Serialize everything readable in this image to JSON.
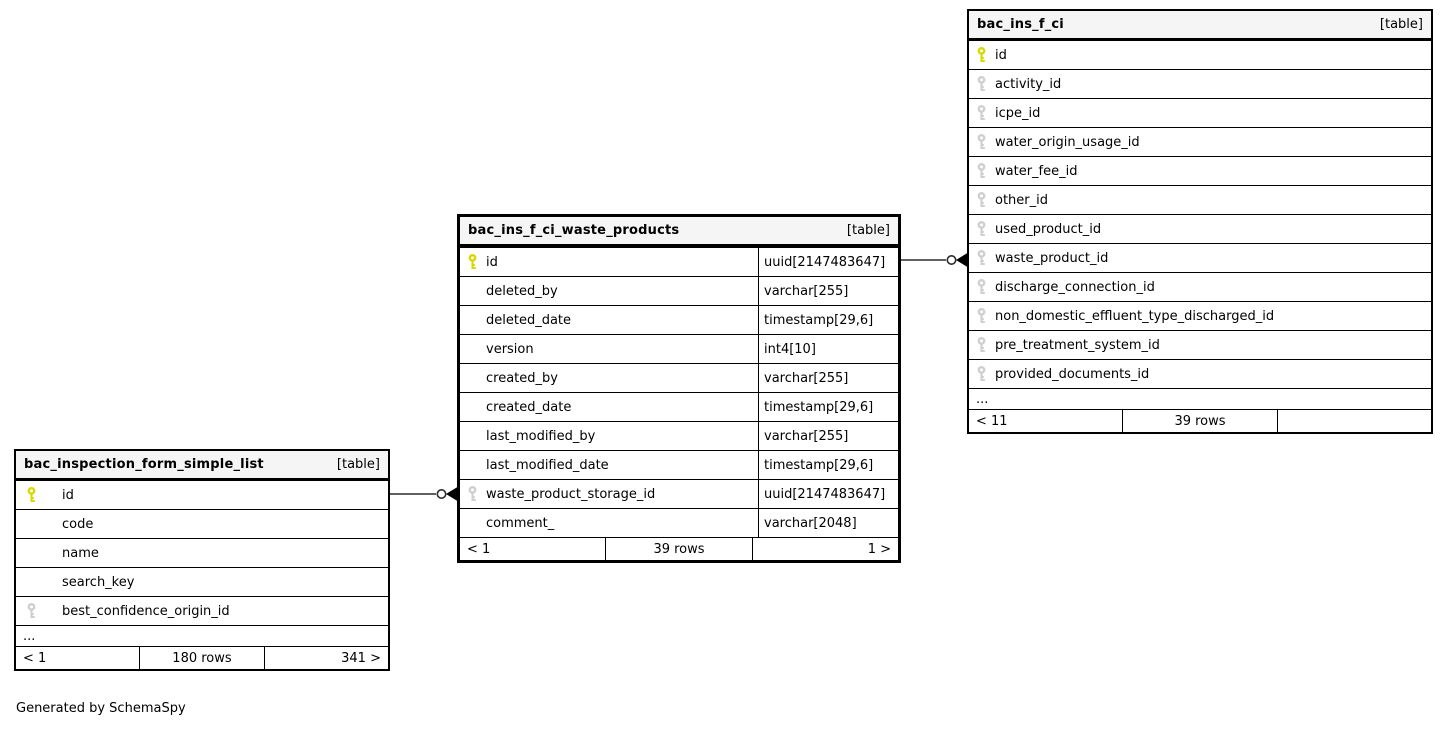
{
  "page": {
    "generator_note": "Generated by SchemaSpy"
  },
  "colors": {
    "primary_key_icon": "#d8d800",
    "foreign_key_icon": "#cfcfcf",
    "table_border": "#000000",
    "header_background": "#f5f5f5",
    "connector": "#2b2b2b"
  },
  "tables": [
    {
      "title": "bac_ins_f_ci",
      "badge": "[table]",
      "show_types": false,
      "columns": [
        {
          "name": "id",
          "key": "primary"
        },
        {
          "name": "activity_id",
          "key": "foreign"
        },
        {
          "name": "icpe_id",
          "key": "foreign"
        },
        {
          "name": "water_origin_usage_id",
          "key": "foreign"
        },
        {
          "name": "water_fee_id",
          "key": "foreign"
        },
        {
          "name": "other_id",
          "key": "foreign"
        },
        {
          "name": "used_product_id",
          "key": "foreign"
        },
        {
          "name": "waste_product_id",
          "key": "foreign"
        },
        {
          "name": "discharge_connection_id",
          "key": "foreign"
        },
        {
          "name": "non_domestic_effluent_type_discharged_id",
          "key": "foreign"
        },
        {
          "name": "pre_treatment_system_id",
          "key": "foreign"
        },
        {
          "name": "provided_documents_id",
          "key": "foreign"
        }
      ],
      "more_indicator": "...",
      "footer": {
        "left": "< 11",
        "center": "39 rows",
        "right": ""
      }
    },
    {
      "title": "bac_ins_f_ci_waste_products",
      "badge": "[table]",
      "show_types": true,
      "columns": [
        {
          "name": "id",
          "type": "uuid[2147483647]",
          "key": "primary"
        },
        {
          "name": "deleted_by",
          "type": "varchar[255]",
          "key": "none"
        },
        {
          "name": "deleted_date",
          "type": "timestamp[29,6]",
          "key": "none"
        },
        {
          "name": "version",
          "type": "int4[10]",
          "key": "none"
        },
        {
          "name": "created_by",
          "type": "varchar[255]",
          "key": "none"
        },
        {
          "name": "created_date",
          "type": "timestamp[29,6]",
          "key": "none"
        },
        {
          "name": "last_modified_by",
          "type": "varchar[255]",
          "key": "none"
        },
        {
          "name": "last_modified_date",
          "type": "timestamp[29,6]",
          "key": "none"
        },
        {
          "name": "waste_product_storage_id",
          "type": "uuid[2147483647]",
          "key": "foreign"
        },
        {
          "name": "comment_",
          "type": "varchar[2048]",
          "key": "none"
        }
      ],
      "more_indicator": "",
      "footer": {
        "left": "< 1",
        "center": "39 rows",
        "right": "1 >"
      }
    },
    {
      "title": "bac_inspection_form_simple_list",
      "badge": "[table]",
      "show_types": false,
      "columns": [
        {
          "name": "id",
          "key": "primary"
        },
        {
          "name": "code",
          "key": "none"
        },
        {
          "name": "name",
          "key": "none"
        },
        {
          "name": "search_key",
          "key": "none"
        },
        {
          "name": "best_confidence_origin_id",
          "key": "foreign"
        }
      ],
      "more_indicator": "...",
      "footer": {
        "left": "< 1",
        "center": "180 rows",
        "right": "341 >"
      }
    }
  ],
  "relationships": [
    {
      "from_table": "bac_inspection_form_simple_list",
      "from_column": "id",
      "to_table": "bac_ins_f_ci_waste_products",
      "to_column": "waste_product_storage_id"
    },
    {
      "from_table": "bac_ins_f_ci_waste_products",
      "from_column": "id",
      "to_table": "bac_ins_f_ci",
      "to_column": "waste_product_id"
    }
  ]
}
